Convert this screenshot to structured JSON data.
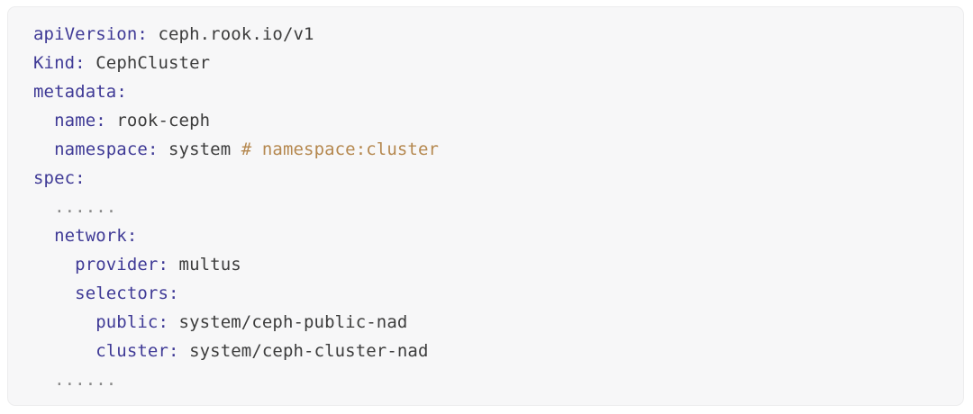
{
  "code_block": {
    "language": "yaml",
    "background_color": "#f7f7f8",
    "border_color": "#ededee",
    "colors": {
      "key": "#3f3a96",
      "value": "#3c3c3c",
      "comment": "#b5884f",
      "ellipsis": "#8a8a8a"
    },
    "lines": [
      {
        "indent": "",
        "key": "apiVersion",
        "colon": ":",
        "value": " ceph.rook.io/v1",
        "comment": ""
      },
      {
        "indent": "",
        "key": "Kind",
        "colon": ":",
        "value": " CephCluster",
        "comment": ""
      },
      {
        "indent": "",
        "key": "metadata",
        "colon": ":",
        "value": "",
        "comment": ""
      },
      {
        "indent": "  ",
        "key": "name",
        "colon": ":",
        "value": " rook-ceph",
        "comment": ""
      },
      {
        "indent": "  ",
        "key": "namespace",
        "colon": ":",
        "value": " system ",
        "comment": "# namespace:cluster"
      },
      {
        "indent": "",
        "key": "spec",
        "colon": ":",
        "value": "",
        "comment": ""
      },
      {
        "indent": "  ",
        "key": "",
        "colon": "",
        "value": "",
        "comment": "",
        "ellipsis": "......"
      },
      {
        "indent": "  ",
        "key": "network",
        "colon": ":",
        "value": "",
        "comment": ""
      },
      {
        "indent": "    ",
        "key": "provider",
        "colon": ":",
        "value": " multus",
        "comment": ""
      },
      {
        "indent": "    ",
        "key": "selectors",
        "colon": ":",
        "value": "",
        "comment": ""
      },
      {
        "indent": "      ",
        "key": "public",
        "colon": ":",
        "value": " system/ceph-public-nad",
        "comment": ""
      },
      {
        "indent": "      ",
        "key": "cluster",
        "colon": ":",
        "value": " system/ceph-cluster-nad",
        "comment": ""
      },
      {
        "indent": "  ",
        "key": "",
        "colon": "",
        "value": "",
        "comment": "",
        "ellipsis": "......"
      }
    ]
  }
}
